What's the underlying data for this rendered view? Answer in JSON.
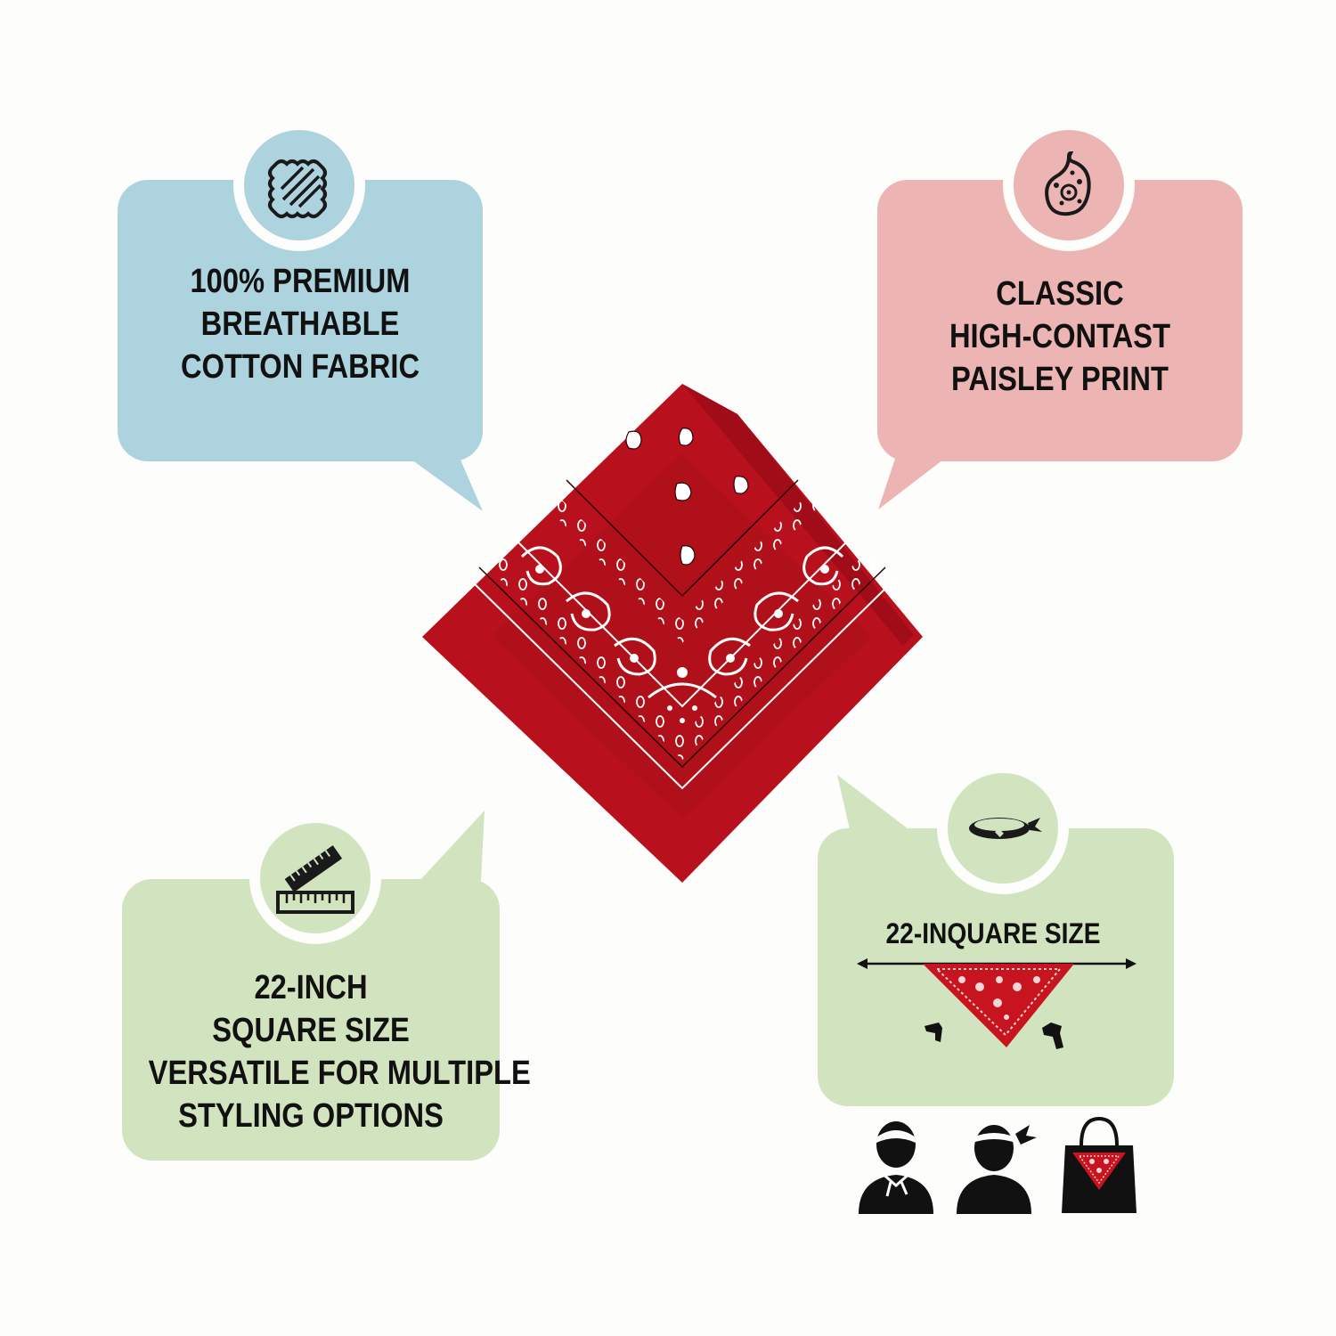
{
  "colors": {
    "blue_bubble": "#add3df",
    "pink_bubble": "#ecb5b3",
    "green_bubble": "#d2e3bf",
    "bandana_red": "#b8101c",
    "dark": "#111111"
  },
  "features": {
    "fabric": {
      "icon": "fabric-swatch-icon",
      "lines": [
        "100% PREMIUM",
        "BREATHABLE",
        "COTTON FABRIC"
      ]
    },
    "print": {
      "icon": "paisley-icon",
      "lines": [
        "CLASSIC",
        "HIGH-CONTAST",
        "PAISLEY PRINT"
      ]
    },
    "size": {
      "icon": "ruler-icon",
      "lines": [
        "22-INCH",
        "SQUARE SIZE",
        "VERSATILE FOR MULTIPLE",
        "STYLING OPTIONS"
      ]
    },
    "styling": {
      "icon": "headband-icon",
      "size_label": "22-INQUARE SIZE",
      "uses": [
        "neck-scarf-person-icon",
        "headband-person-icon",
        "bandana-tote-bag-icon"
      ]
    }
  },
  "product": {
    "image": "folded-red-paisley-bandana"
  }
}
